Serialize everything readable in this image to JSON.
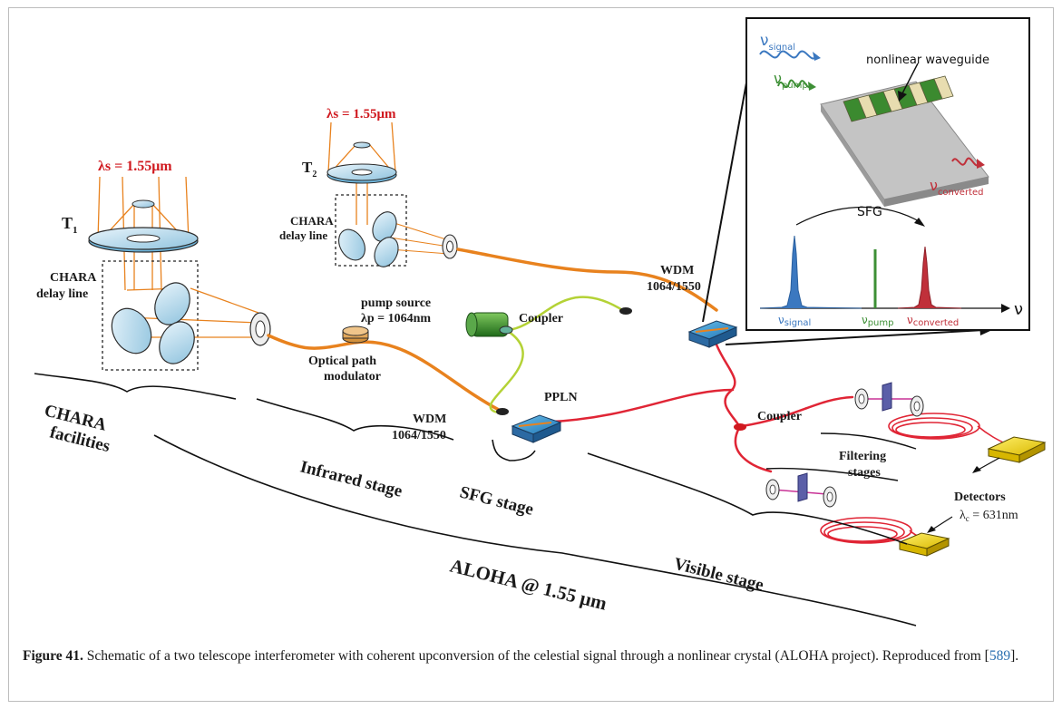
{
  "telescopes": {
    "t1": {
      "name": "T",
      "sub": "1",
      "wavelength": "λs = 1.55μm"
    },
    "t2": {
      "name": "T",
      "sub": "2",
      "wavelength": "λs = 1.55μm"
    }
  },
  "delay_line": {
    "line1": "CHARA",
    "line2": "delay line"
  },
  "labels": {
    "pump_line1": "pump source",
    "pump_line2": "λp = 1064nm",
    "coupler": "Coupler",
    "wdm_line1": "WDM",
    "wdm_line2": "1064/1550",
    "ppln": "PPLN",
    "opm_line1": "Optical path",
    "opm_line2": "modulator",
    "filtering_line1": "Filtering",
    "filtering_line2": "stages",
    "detectors": "Detectors",
    "lambda_c_symbol": "λ",
    "lambda_c_sub": "c",
    "lambda_c_value": " = 631nm"
  },
  "stages": {
    "chara_line1": "CHARA",
    "chara_line2": "facilities",
    "infrared": "Infrared stage",
    "sfg": "SFG stage",
    "visible": "Visible stage",
    "aloha": "ALOHA @ 1.55 μm"
  },
  "inset": {
    "nu": "ν",
    "signal_sub": "signal",
    "pump_sub": "pump",
    "converted_sub": "converted",
    "waveguide": "nonlinear waveguide",
    "sfg": "SFG",
    "axis_symbol": "ν",
    "signal_color": "#3b78c0",
    "pump_color": "#3d8f35",
    "converted_color": "#c0303a"
  },
  "caption": {
    "figure": "Figure 41.",
    "text": " Schematic of a two telescope interferometer with coherent upconversion of the celestial signal through a nonlinear crystal (ALOHA project). Reproduced from [",
    "ref": "589",
    "end": "]."
  }
}
